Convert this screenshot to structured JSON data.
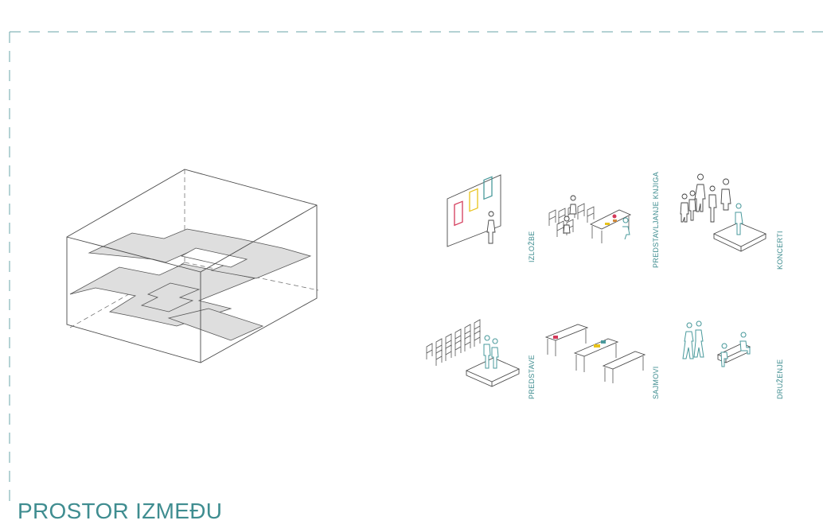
{
  "title": "PROSTOR IZMEĐU",
  "colors": {
    "accent": "#3f8d90",
    "floor": "#dedede",
    "line": "#4a4a4a"
  },
  "activities": [
    {
      "id": "izlozbe",
      "label": "IZLOŽBE"
    },
    {
      "id": "predstavljanje",
      "label": "PREDSTAVLJANJE KNJIGA"
    },
    {
      "id": "koncerti",
      "label": "KONCERTI"
    },
    {
      "id": "predstave",
      "label": "PREDSTAVE"
    },
    {
      "id": "sajmovi",
      "label": "SAJMOVI"
    },
    {
      "id": "druzenje",
      "label": "DRUŽENJE"
    }
  ]
}
